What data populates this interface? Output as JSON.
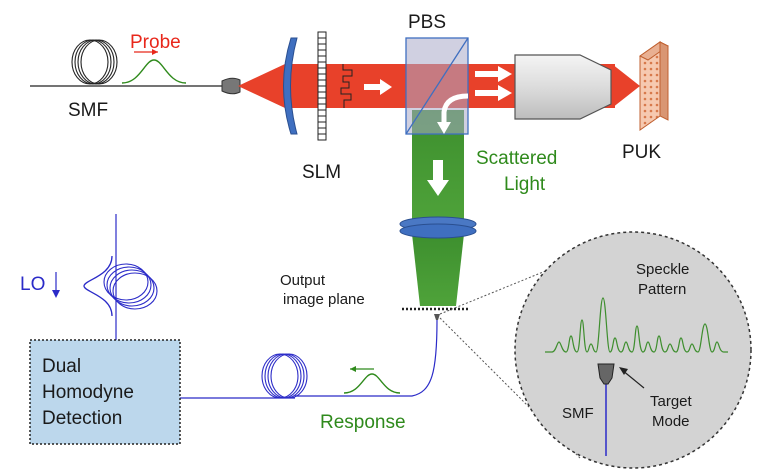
{
  "labels": {
    "probe": "Probe",
    "smf_left": "SMF",
    "slm": "SLM",
    "pbs": "PBS",
    "puk": "PUK",
    "scattered_1": "Scattered",
    "scattered_2": "Light",
    "output_1": "Output",
    "output_2": "image plane",
    "lo": "LO",
    "detection_1": "Dual",
    "detection_2": "Homodyne",
    "detection_3": "Detection",
    "response": "Response",
    "speckle_1": "Speckle",
    "speckle_2": "Pattern",
    "smf_inset": "SMF",
    "target_1": "Target",
    "target_2": "Mode"
  },
  "colors": {
    "probe_text": "#e8271b",
    "green_text": "#2f8a1c",
    "blue_text": "#2b2bc8",
    "beam_red": "#e8412a",
    "beam_green": "#3e8e2e",
    "lens_blue": "#3f6fc0",
    "detector_fill": "#bcd7ec",
    "inset_fill": "#d3d3d3"
  }
}
